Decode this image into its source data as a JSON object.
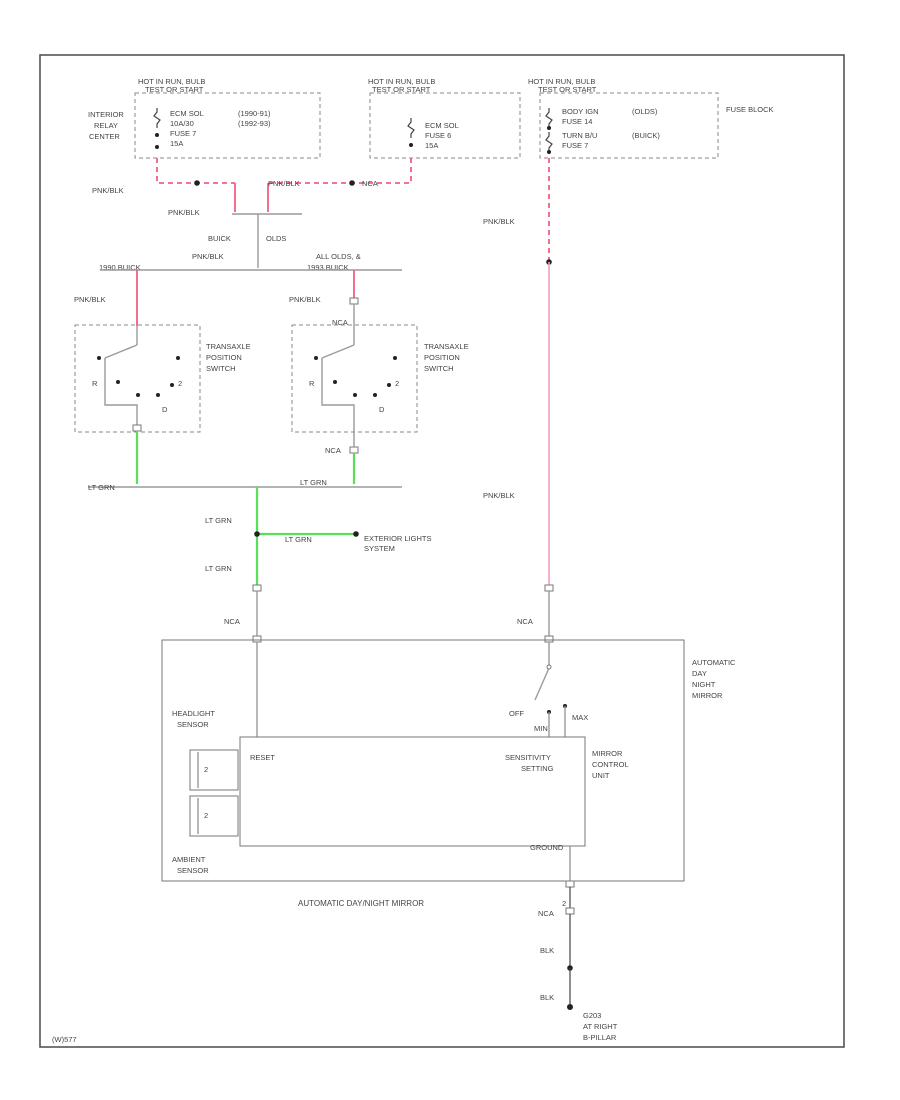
{
  "labels": {
    "hot_run_1": "HOT IN RUN, BULB",
    "hot_run_1b": "TEST OR START",
    "hot_run_2": "HOT IN RUN, BULB",
    "hot_run_2b": "TEST OR START",
    "hot_run_3": "HOT IN RUN, BULB",
    "hot_run_3b": "TEST OR START",
    "relay_center_1": "INTERIOR",
    "relay_center_2": "RELAY",
    "relay_center_3": "CENTER",
    "ecm_sol_1": "ECM SOL",
    "ecm_sol_1_yr": "(1990-91)",
    "ecm_sol_1b": "10A/30",
    "ecm_sol_1b_yr": "(1992-93)",
    "fuse7": "FUSE 7",
    "fuse7_amp": "15A",
    "ecm_sol_2": "ECM SOL",
    "fuse6": "FUSE 6",
    "fuse6_amp": "15A",
    "body_ign": "BODY IGN",
    "body_ign_model": "(OLDS)",
    "fuse14": "FUSE 14",
    "turn_bu": "TURN B/U",
    "turn_bu_model": "(BUICK)",
    "fuse7b": "FUSE 7",
    "fuse_block": "FUSE BLOCK",
    "pnk_blk_1": "PNK/BLK",
    "pnk_blk_2": "PNK/BLK",
    "nca_1": "NCA",
    "pnk_blk_3": "PNK/BLK",
    "buick": "BUICK",
    "olds": "OLDS",
    "pnk_blk_4": "PNK/BLK",
    "all_olds": "ALL OLDS, &",
    "1992_buick": "1993 BUICK",
    "1990_buick": "1990 BUICK",
    "pnk_blk_5": "PNK/BLK",
    "pnk_blk_6": "PNK/BLK",
    "pnk_blk_right": "PNK/BLK",
    "nca_2": "NCA",
    "tps_1a": "TRANSAXLE",
    "tps_1b": "POSITION",
    "tps_1c": "SWITCH",
    "tps_2a": "TRANSAXLE",
    "tps_2b": "POSITION",
    "tps_2c": "SWITCH",
    "nca_3": "NCA",
    "lt_grn_1": "LT GRN",
    "lt_grn_2": "LT GRN",
    "lt_grn_3": "LT GRN",
    "lt_grn_4": "LT GRN",
    "lt_grn_5": "LT GRN",
    "ext_lights_1": "EXTERIOR LIGHTS",
    "ext_lights_2": "SYSTEM",
    "pnk_blk_7": "PNK/BLK",
    "nca_4": "NCA",
    "nca_5": "NCA",
    "adn_1": "AUTOMATIC",
    "adn_2": "DAY",
    "adn_3": "NIGHT",
    "adn_4": "MIRROR",
    "off": "OFF",
    "max": "MAX",
    "min": "MIN",
    "headlight_sensor_1": "HEADLIGHT",
    "headlight_sensor_2": "SENSOR",
    "reset": "RESET",
    "sensitivity_1": "SENSITIVITY",
    "sensitivity_2": "SETTING",
    "mirror_cu_1": "MIRROR",
    "mirror_cu_2": "CONTROL",
    "mirror_cu_3": "UNIT",
    "ground": "GROUND",
    "ambient_1": "AMBIENT",
    "ambient_2": "SENSOR",
    "footer_title": "AUTOMATIC DAY/NIGHT MIRROR",
    "nca_6": "NCA",
    "blk_1": "BLK",
    "blk_2": "BLK",
    "ground_1": "G203",
    "ground_2": "AT RIGHT",
    "ground_3": "B-PILLAR",
    "code": "(W)577"
  }
}
